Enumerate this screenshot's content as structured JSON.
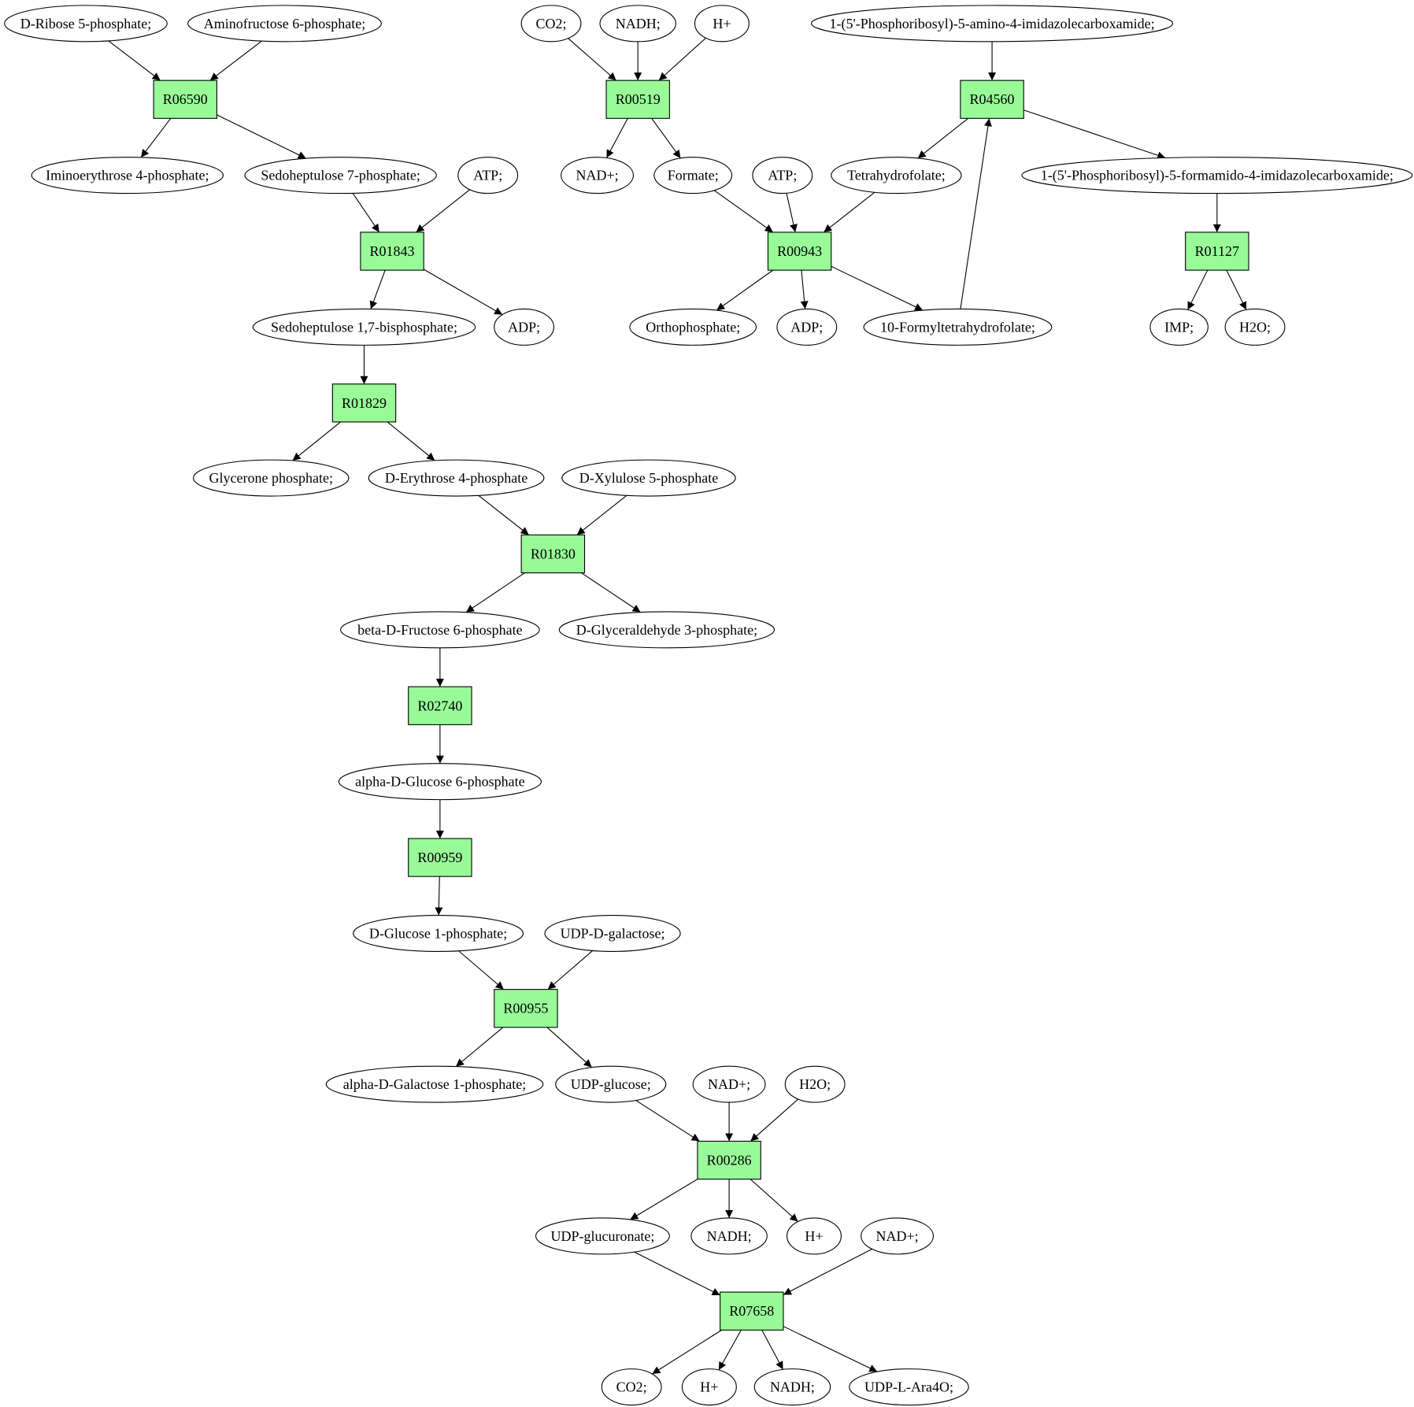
{
  "colors": {
    "reaction": "#98fb98",
    "start": "#00dd00",
    "end": "#ffff00",
    "compound": "#ffffff"
  },
  "reactions": [
    {
      "id": "rx_R06590",
      "label": "R06590"
    },
    {
      "id": "rx_R01843",
      "label": "R01843"
    },
    {
      "id": "rx_R01829",
      "label": "R01829"
    },
    {
      "id": "rx_R01830",
      "label": "R01830"
    },
    {
      "id": "rx_R02740",
      "label": "R02740"
    },
    {
      "id": "rx_R00959",
      "label": "R00959"
    },
    {
      "id": "rx_R00955",
      "label": "R00955"
    },
    {
      "id": "rx_R00286",
      "label": "R00286"
    },
    {
      "id": "rx_R07658",
      "label": "R07658"
    },
    {
      "id": "rx_R00519",
      "label": "R00519"
    },
    {
      "id": "rx_R00943",
      "label": "R00943"
    },
    {
      "id": "rx_R04560",
      "label": "R04560"
    },
    {
      "id": "rx_R01127",
      "label": "R01127"
    }
  ],
  "compounds": [
    {
      "id": "c_ribose5p",
      "label": "D-Ribose 5-phosphate;",
      "role": "start"
    },
    {
      "id": "c_aminofructose6p",
      "label": "Aminofructose 6-phosphate;"
    },
    {
      "id": "c_iminoerythrose4p",
      "label": "Iminoerythrose 4-phosphate;"
    },
    {
      "id": "c_sedoheptulose7p",
      "label": "Sedoheptulose 7-phosphate;"
    },
    {
      "id": "c_atp1",
      "label": "ATP;"
    },
    {
      "id": "c_sedoheptulose17bp",
      "label": "Sedoheptulose 1,7-bisphosphate;"
    },
    {
      "id": "c_adp1",
      "label": "ADP;"
    },
    {
      "id": "c_glycerone_p",
      "label": "Glycerone phosphate;"
    },
    {
      "id": "c_erythrose4p",
      "label": "D-Erythrose 4-phosphate"
    },
    {
      "id": "c_xylulose5p",
      "label": "D-Xylulose 5-phosphate"
    },
    {
      "id": "c_fructose6p",
      "label": "beta-D-Fructose 6-phosphate"
    },
    {
      "id": "c_glyceraldehyde3p",
      "label": "D-Glyceraldehyde 3-phosphate;"
    },
    {
      "id": "c_glucose6p",
      "label": "alpha-D-Glucose 6-phosphate"
    },
    {
      "id": "c_glucose1p",
      "label": "D-Glucose 1-phosphate;"
    },
    {
      "id": "c_udp_galactose",
      "label": "UDP-D-galactose;"
    },
    {
      "id": "c_galactose1p",
      "label": "alpha-D-Galactose 1-phosphate;"
    },
    {
      "id": "c_udp_glucose",
      "label": "UDP-glucose;"
    },
    {
      "id": "c_nadp_a",
      "label": "NAD+;"
    },
    {
      "id": "c_h2o_a",
      "label": "H2O;"
    },
    {
      "id": "c_udp_glucuronate",
      "label": "UDP-glucuronate;"
    },
    {
      "id": "c_nadh_a",
      "label": "NADH;"
    },
    {
      "id": "c_h_a",
      "label": "H+"
    },
    {
      "id": "c_nadp_b",
      "label": "NAD+;"
    },
    {
      "id": "c_co2_b",
      "label": "CO2;"
    },
    {
      "id": "c_h_b",
      "label": "H+"
    },
    {
      "id": "c_nadh_b",
      "label": "NADH;"
    },
    {
      "id": "c_udp_ara4o",
      "label": "UDP-L-Ara4O;"
    },
    {
      "id": "c_co2_top",
      "label": "CO2;"
    },
    {
      "id": "c_nadh_top",
      "label": "NADH;"
    },
    {
      "id": "c_h_top",
      "label": "H+"
    },
    {
      "id": "c_nadp_top",
      "label": "NAD+;"
    },
    {
      "id": "c_formate",
      "label": "Formate;"
    },
    {
      "id": "c_atp2",
      "label": "ATP;"
    },
    {
      "id": "c_thf",
      "label": "Tetrahydrofolate;"
    },
    {
      "id": "c_orthophosphate",
      "label": "Orthophosphate;"
    },
    {
      "id": "c_adp2",
      "label": "ADP;"
    },
    {
      "id": "c_formylthf",
      "label": "10-Formyltetrahydrofolate;"
    },
    {
      "id": "c_aicar",
      "label": "1-(5'-Phosphoribosyl)-5-amino-4-imidazolecarboxamide;"
    },
    {
      "id": "c_faicar",
      "label": "1-(5'-Phosphoribosyl)-5-formamido-4-imidazolecarboxamide;"
    },
    {
      "id": "c_imp",
      "label": "IMP;",
      "role": "end"
    },
    {
      "id": "c_h2o_end",
      "label": "H2O;"
    }
  ]
}
